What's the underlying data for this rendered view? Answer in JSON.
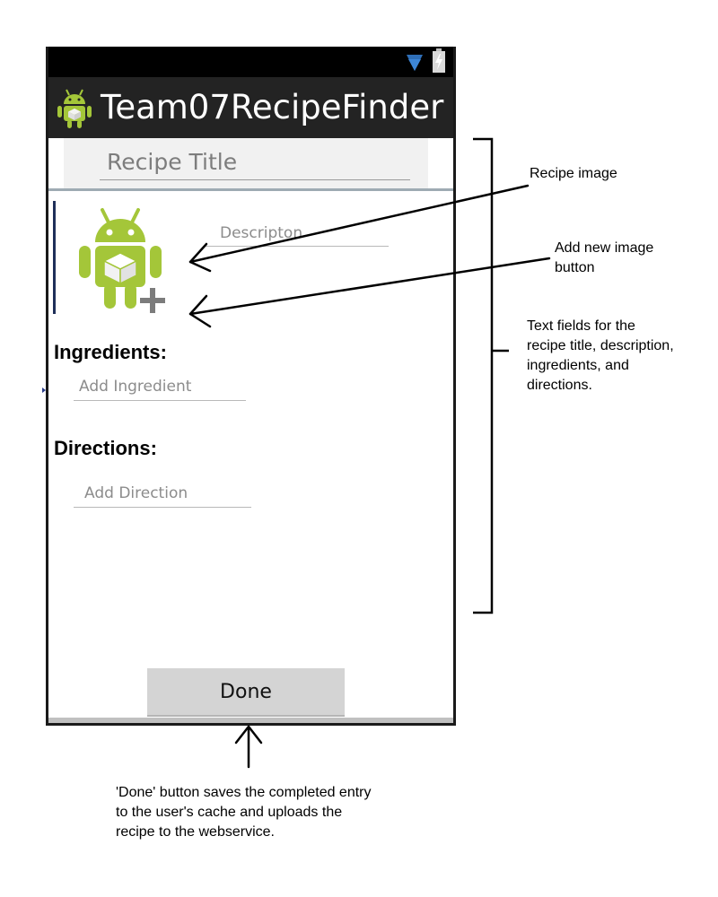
{
  "app": {
    "title": "Team07RecipeFinder"
  },
  "form": {
    "title_placeholder": "Recipe Title",
    "description_placeholder": "Descripton",
    "ingredients_heading": "Ingredients:",
    "ingredient_placeholder": "Add Ingredient",
    "directions_heading": "Directions:",
    "direction_placeholder": "Add Direction",
    "done_label": "Done"
  },
  "icons": {
    "status_wifi": "wifi-icon",
    "status_battery": "battery-charging-icon",
    "app_logo": "android-icon",
    "recipe_image": "android-box-icon",
    "add_image": "plus-icon"
  },
  "colors": {
    "action_bar": "#232323",
    "status_bar": "#000000",
    "android_green": "#A4C639",
    "divider": "#9eabb3",
    "button": "#d4d4d4"
  },
  "annotations": {
    "recipe_image": "Recipe image",
    "add_image_line1": "Add new image",
    "add_image_line2": "button",
    "text_fields_line1": "Text fields for the",
    "text_fields_line2": "recipe title, description,",
    "text_fields_line3": "ingredients, and",
    "text_fields_line4": "directions.",
    "done_line1": "'Done' button saves the completed entry",
    "done_line2": "to the user's cache and uploads the",
    "done_line3": "recipe to the webservice."
  }
}
